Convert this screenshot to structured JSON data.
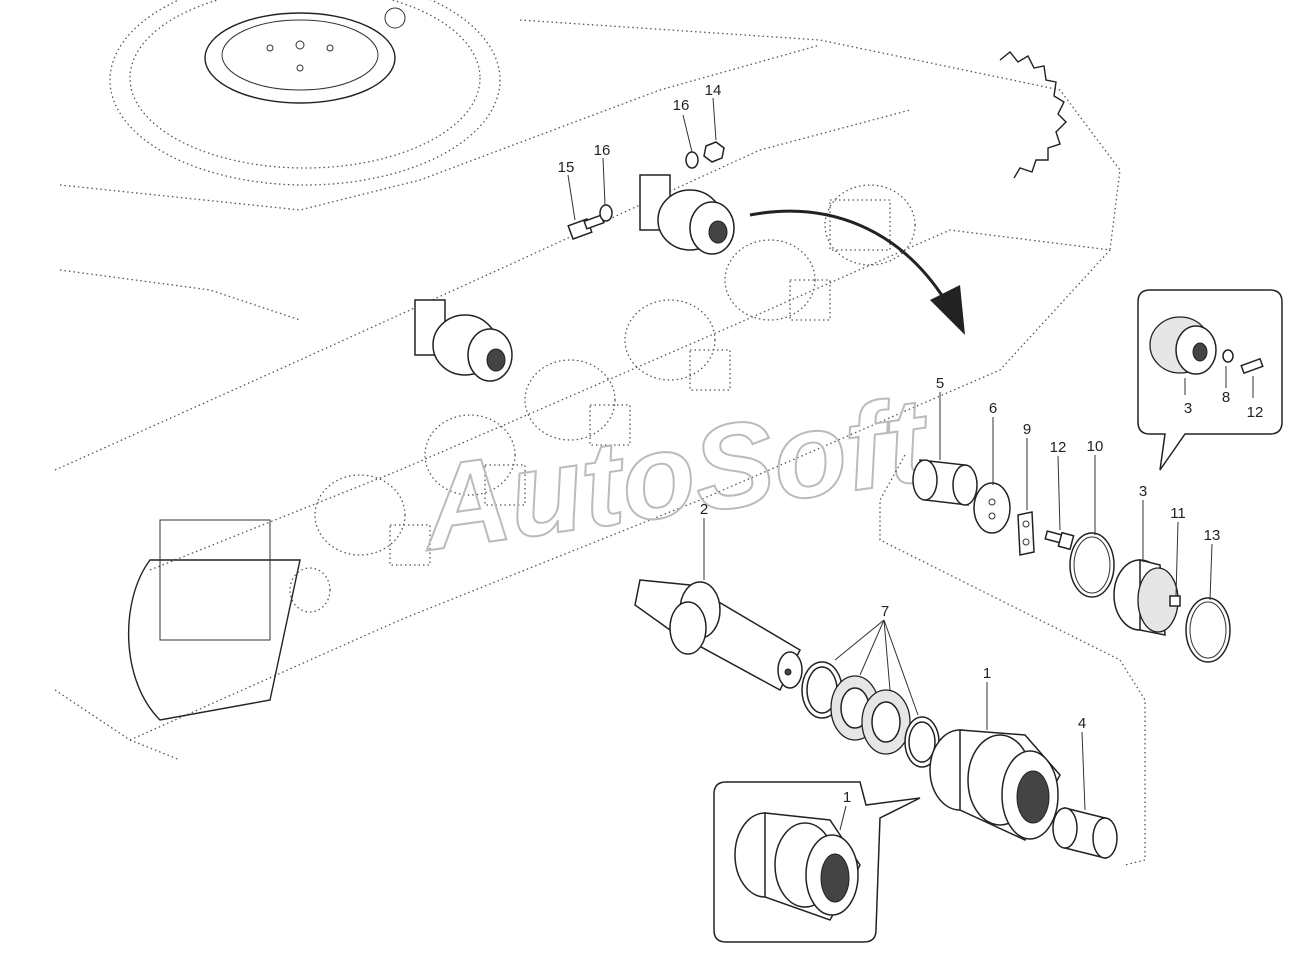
{
  "watermark": "AutoSoft",
  "callouts": {
    "c1": "1",
    "c1_detail": "1",
    "c2": "2",
    "c3": "3",
    "c3_detail": "3",
    "c4": "4",
    "c5": "5",
    "c6": "6",
    "c7": "7",
    "c8": "8",
    "c9": "9",
    "c10": "10",
    "c11": "11",
    "c12": "12",
    "c12_detail": "12",
    "c13": "13",
    "c14": "14",
    "c15": "15",
    "c16a": "16",
    "c16b": "16"
  }
}
